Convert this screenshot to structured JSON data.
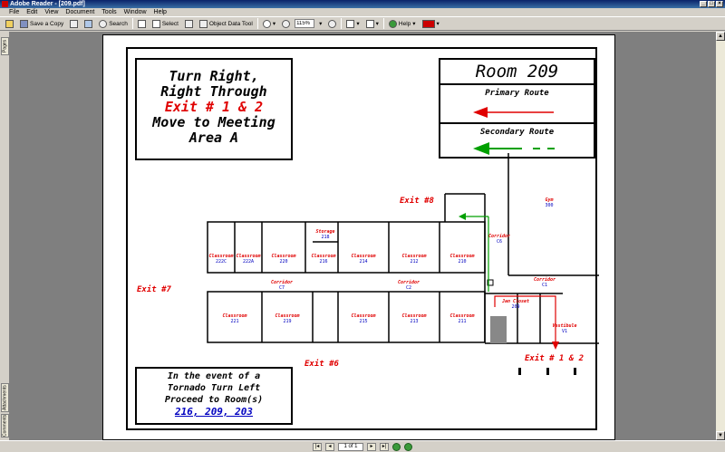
{
  "window": {
    "title": "Adobe Reader - [209.pdf]"
  },
  "menu": [
    "File",
    "Edit",
    "View",
    "Document",
    "Tools",
    "Window",
    "Help"
  ],
  "toolbar": {
    "save_copy": "Save a Copy",
    "search": "Search",
    "select": "Select",
    "object_data_tool": "Object Data Tool",
    "zoom": "115%",
    "help": "Help"
  },
  "sidebar": {
    "pages": "Pages",
    "attachments": "Attachments",
    "comments": "Comments"
  },
  "status": {
    "page": "1 of 1"
  },
  "map": {
    "instructions": {
      "line1": "Turn Right,",
      "line2": "Right Through",
      "line3": "Exit # 1 & 2",
      "line4": "Move to Meeting",
      "line5": "Area A"
    },
    "legend": {
      "room": "Room 209",
      "primary": "Primary Route",
      "secondary": "Secondary Route"
    },
    "tornado": {
      "line1": "In the event of a",
      "line2": "Tornado Turn Left",
      "line3": "Proceed to Room(s)",
      "rooms": "216, 209, 203"
    },
    "exits": {
      "exit8": "Exit #8",
      "exit7": "Exit #7",
      "exit6": "Exit #6",
      "exit12": "Exit # 1 & 2"
    },
    "rooms": {
      "c222c": "Classroom",
      "n222c": "222C",
      "c222a": "Classroom",
      "n222a": "222A",
      "c220": "Classroom",
      "n220": "220",
      "storage": "Storage",
      "n218": "218",
      "c216": "Classroom",
      "n216": "216",
      "c214": "Classroom",
      "n214": "214",
      "c212": "Classroom",
      "n212": "212",
      "c210": "Classroom",
      "n210": "210",
      "c221": "Classroom",
      "n221": "221",
      "c219": "Classroom",
      "n219": "219",
      "c215": "Classroom",
      "n215": "215",
      "c213": "Classroom",
      "n213": "213",
      "c211": "Classroom",
      "n211": "211",
      "gym": "Gym",
      "n300": "300",
      "corr_c7": "Corridor",
      "n_c7": "C7",
      "corr_c2": "Corridor",
      "n_c2": "C2",
      "corr_c6": "Corridor",
      "n_c6": "C6",
      "corr_c1": "Corridor",
      "n_c1": "C1",
      "jan": "Jan Closet",
      "n_jan": "209",
      "vest": "Vestibule",
      "n_vest": "V1"
    }
  },
  "colors": {
    "primary_route": "#e00000",
    "secondary_route": "#00a000"
  }
}
